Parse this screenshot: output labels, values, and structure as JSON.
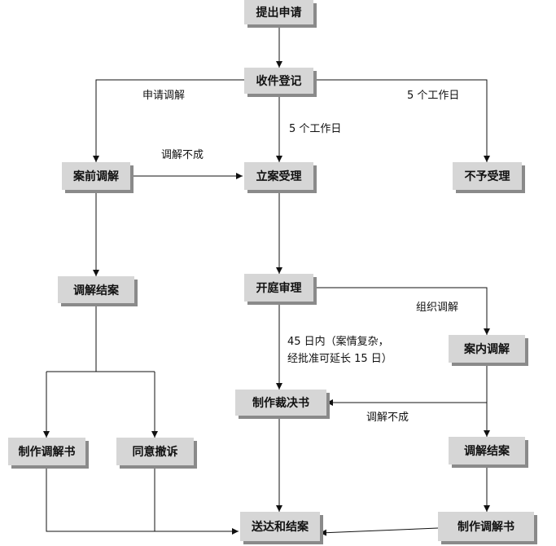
{
  "nodes": {
    "submit": "提出申请",
    "register": "收件登记",
    "pre_mediation": "案前调解",
    "accept": "立案受理",
    "reject": "不予受理",
    "mediation_closed_left": "调解结案",
    "hearing": "开庭审理",
    "court_mediation": "案内调解",
    "make_mediation_doc_left": "制作调解书",
    "agree_withdraw": "同意撤诉",
    "make_ruling": "制作裁决书",
    "mediation_closed_right": "调解结案",
    "deliver_close": "送达和结案",
    "make_mediation_doc_right": "制作调解书"
  },
  "labels": {
    "apply_mediation": "申请调解",
    "five_days_mid": "5 个工作日",
    "five_days_right": "5 个工作日",
    "mediation_failed_top": "调解不成",
    "organize_mediation": "组织调解",
    "time_limit_line1": "45 日内（案情复杂，",
    "time_limit_line2": "经批准可延长 15 日）",
    "mediation_failed_bottom": "调解不成"
  }
}
